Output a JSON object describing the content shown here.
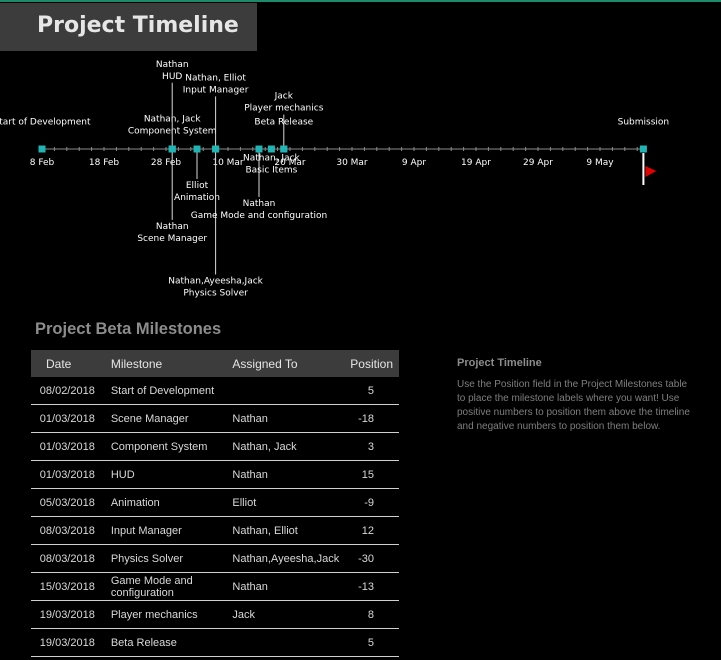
{
  "title": "Project Timeline",
  "timeline": {
    "axis_ticks": [
      "8 Feb",
      "18 Feb",
      "28 Feb",
      "10 Mar",
      "20 Mar",
      "30 Mar",
      "9 Apr",
      "19 Apr",
      "29 Apr",
      "9 May"
    ],
    "start_date": "2018-02-08",
    "flag_color": "#e00000",
    "marker_color": "#1fb5b5",
    "milestones": [
      {
        "date": "2018-02-08",
        "text": "Start of Development",
        "assignee": "",
        "position": 5
      },
      {
        "date": "2018-03-01",
        "text": "Scene Manager",
        "assignee": "Nathan",
        "position": -18
      },
      {
        "date": "2018-03-01",
        "text": "Component System",
        "assignee": "Nathan, Jack",
        "position": 3
      },
      {
        "date": "2018-03-01",
        "text": "HUD",
        "assignee": "Nathan",
        "position": 15
      },
      {
        "date": "2018-03-05",
        "text": "Animation",
        "assignee": "Elliot",
        "position": -9
      },
      {
        "date": "2018-03-08",
        "text": "Input Manager",
        "assignee": "Nathan, Elliot",
        "position": 12
      },
      {
        "date": "2018-03-08",
        "text": "Physics Solver",
        "assignee": "Nathan,Ayeesha,Jack",
        "position": -30
      },
      {
        "date": "2018-03-15",
        "text": "Game Mode and configuration",
        "assignee": "Nathan",
        "position": -13
      },
      {
        "date": "2018-03-19",
        "text": "Player mechanics",
        "assignee": "Jack",
        "position": 8
      },
      {
        "date": "2018-03-19",
        "text": "Beta Release",
        "assignee": "",
        "position": 5
      },
      {
        "date": "2018-03-17",
        "text": "Basic Items",
        "assignee": "Nathan, Jack",
        "position": -3
      },
      {
        "date": "2018-05-16",
        "text": "Submission",
        "assignee": "",
        "position": 5
      }
    ]
  },
  "milestones_section": {
    "title": "Project Beta Milestones",
    "headers": {
      "date": "Date",
      "milestone": "Milestone",
      "assigned": "Assigned To",
      "position": "Position"
    },
    "rows": [
      {
        "date": "08/02/2018",
        "milestone": "Start of Development",
        "assigned": "",
        "position": "5"
      },
      {
        "date": "01/03/2018",
        "milestone": "Scene Manager",
        "assigned": "Nathan",
        "position": "-18"
      },
      {
        "date": "01/03/2018",
        "milestone": "Component System",
        "assigned": "Nathan, Jack",
        "position": "3"
      },
      {
        "date": "01/03/2018",
        "milestone": "HUD",
        "assigned": "Nathan",
        "position": "15"
      },
      {
        "date": "05/03/2018",
        "milestone": "Animation",
        "assigned": "Elliot",
        "position": "-9"
      },
      {
        "date": "08/03/2018",
        "milestone": "Input Manager",
        "assigned": "Nathan, Elliot",
        "position": "12"
      },
      {
        "date": "08/03/2018",
        "milestone": "Physics Solver",
        "assigned": "Nathan,Ayeesha,Jack",
        "position": "-30"
      },
      {
        "date": "15/03/2018",
        "milestone": "Game Mode and configuration",
        "assigned": "Nathan",
        "position": "-13"
      },
      {
        "date": "19/03/2018",
        "milestone": "Player mechanics",
        "assigned": "Jack",
        "position": "8"
      },
      {
        "date": "19/03/2018",
        "milestone": "Beta Release",
        "assigned": "",
        "position": "5"
      }
    ]
  },
  "note": {
    "title": "Project Timeline",
    "body": "Use the Position field in the Project Milestones table to place the milestone labels where you want! Use positive numbers to position them above the timeline and negative numbers to position them below."
  }
}
